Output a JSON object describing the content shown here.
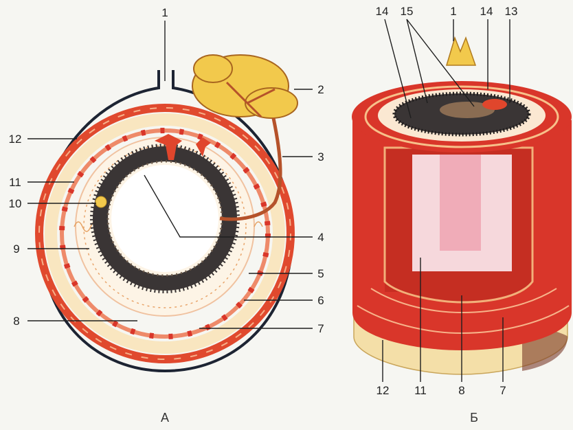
{
  "panels": [
    {
      "caption": "А",
      "labels": [
        "1",
        "2",
        "3",
        "4",
        "5",
        "6",
        "7",
        "8",
        "9",
        "10",
        "11",
        "12"
      ]
    },
    {
      "caption": "Б",
      "labels": [
        "14",
        "15",
        "1",
        "14",
        "13",
        "12",
        "11",
        "8",
        "7"
      ]
    }
  ],
  "colors": {
    "muscle": "#d9362a",
    "muscle_light": "#ee8a6a",
    "cream": "#f9e6c0",
    "mucosa_dark": "#3a3535",
    "gland_yellow": "#f2c94c",
    "duct": "#b5522a",
    "serosa": "#1d2433"
  }
}
